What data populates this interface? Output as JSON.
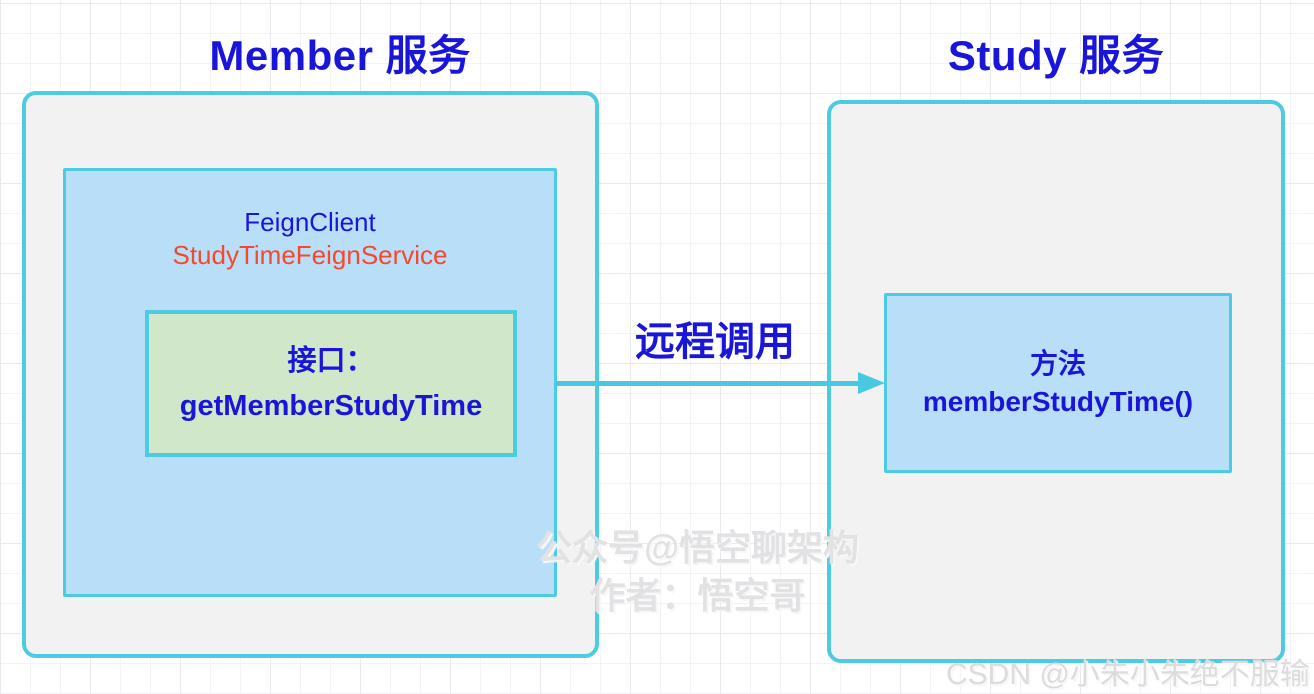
{
  "titles": {
    "member": "Member 服务",
    "study": "Study 服务"
  },
  "member_box": {
    "feign_client_label": "FeignClient",
    "feign_service_name": "StudyTimeFeignService",
    "interface_line1": "接口：",
    "interface_line2": "getMemberStudyTime"
  },
  "study_box": {
    "method_line1": "方法",
    "method_line2": "memberStudyTime()"
  },
  "arrow": {
    "label": "远程调用"
  },
  "watermarks": {
    "wechat": "公众号@悟空聊架构",
    "author": "作者：悟空哥",
    "csdn": "CSDN @小朱小朱绝不服输"
  },
  "colors": {
    "accent_cyan": "#4DCBE2",
    "text_blue": "#1A16D9",
    "text_red": "#F3492F",
    "fill_blue": "#B9DEF7",
    "fill_green": "#D0E7C9",
    "fill_grey": "#F2F2F3",
    "watermark_grey": "#E2E2E4"
  }
}
